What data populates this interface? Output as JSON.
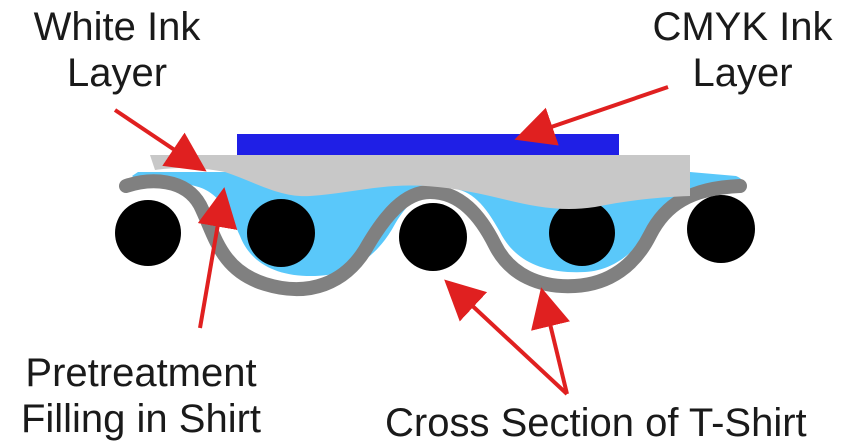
{
  "labels": {
    "white_ink": {
      "line1": "White Ink",
      "line2": "Layer"
    },
    "cmyk_ink": {
      "line1": "CMYK Ink",
      "line2": "Layer"
    },
    "pretreatment": {
      "line1": "Pretreatment",
      "line2": "Filling in Shirt"
    },
    "cross_section": {
      "line1": "Cross Section of T-Shirt"
    }
  },
  "colors": {
    "cmyk_layer": "#1f1fe6",
    "white_layer": "#c8c8c8",
    "pretreatment": "#5ac8fa",
    "fabric": "#808080",
    "fibers": "#000000",
    "arrows": "#e02020",
    "text": "#1a1a1a"
  }
}
